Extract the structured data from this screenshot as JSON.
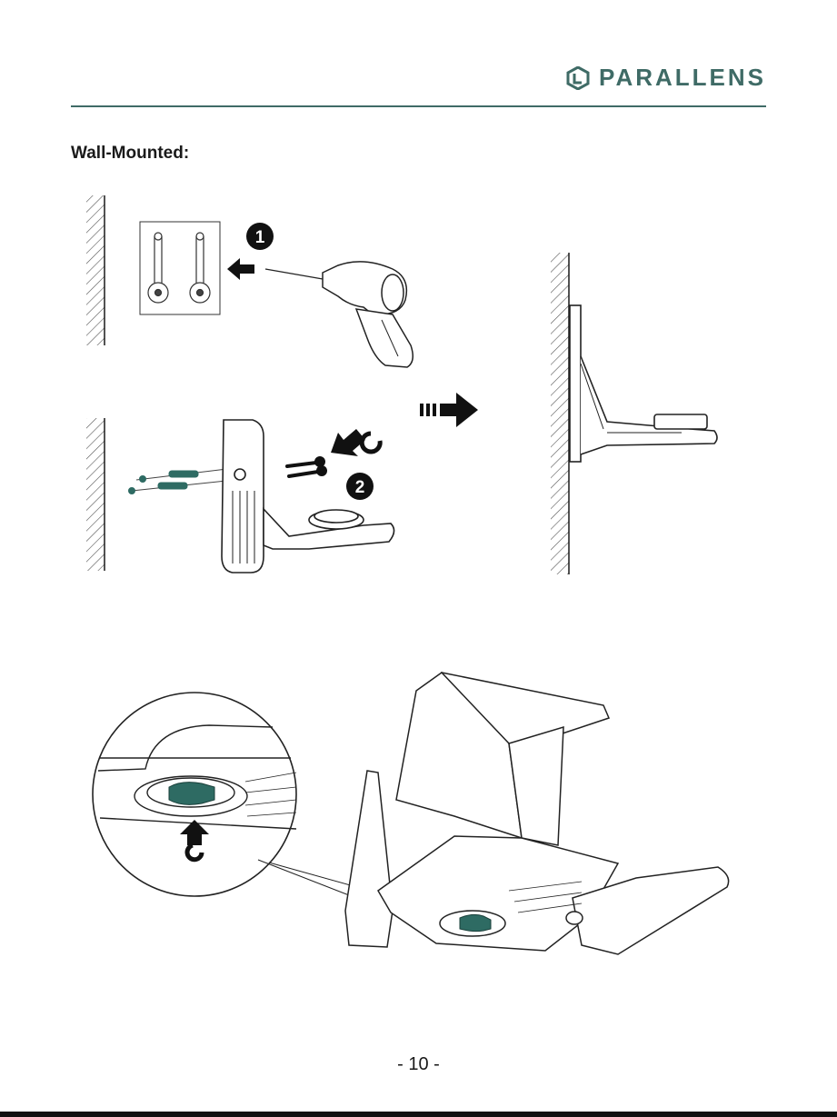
{
  "brand": {
    "name": "PARALLENS",
    "color": "#3f6b66",
    "logo_icon": "parallens-logo-icon"
  },
  "section": {
    "title": "Wall-Mounted",
    "suffix": ":"
  },
  "steps": [
    {
      "number": "1"
    },
    {
      "number": "2"
    }
  ],
  "colors": {
    "accent_knob": "#2e6b63",
    "line": "#1a1a1a"
  },
  "footer": {
    "page_number": "- 10 -"
  }
}
